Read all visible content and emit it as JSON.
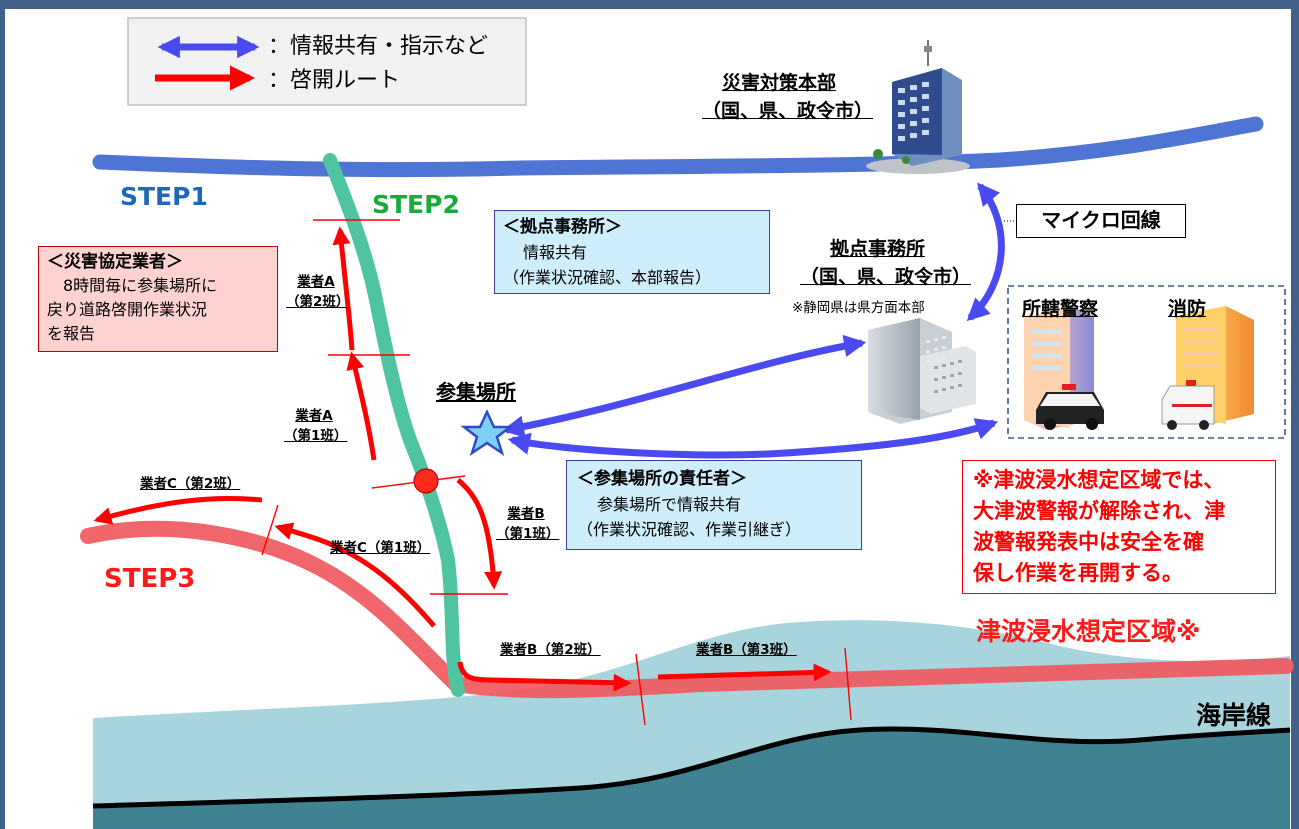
{
  "legend": {
    "info_label": "：情報共有・指示など",
    "route_label": "：啓開ルート"
  },
  "steps": {
    "step1": "STEP1",
    "step2": "STEP2",
    "step3": "STEP3"
  },
  "hq": {
    "line1": "災害対策本部",
    "line2": "（国、県、政令市）"
  },
  "base_office": {
    "line1": "拠点事務所",
    "line2": "（国、県、政令市）",
    "note": "※静岡県は県方面本部"
  },
  "micro": "マイクロ回線",
  "base_box": {
    "title": "＜拠点事務所＞",
    "line1": "情報共有",
    "line2": "（作業状況確認、本部報告）"
  },
  "rally": {
    "label": "参集場所"
  },
  "rally_box": {
    "title": "＜参集場所の責任者＞",
    "line1": "参集場所で情報共有",
    "line2": "（作業状況確認、作業引継ぎ）"
  },
  "contractor_box": {
    "title": "＜災害協定業者＞",
    "line1": "　8時間毎に参集場所に",
    "line2": "戻り道路啓開作業状況",
    "line3": "を報告"
  },
  "police": "所轄警察",
  "fire": "消防",
  "teams": {
    "a2_l1": "業者A",
    "a2_l2": "（第2班）",
    "a1_l1": "業者A",
    "a1_l2": "（第1班）",
    "b1_l1": "業者B",
    "b1_l2": "（第1班）",
    "b2": "業者B（第2班）",
    "b3": "業者B（第3班）",
    "c1": "業者C（第1班）",
    "c2": "業者C（第2班）"
  },
  "tsunami_note": {
    "line1": "※津波浸水想定区域では、",
    "line2": "大津波警報が解除され、津",
    "line3": "波警報発表中は安全を確",
    "line4": "保し作業を再開する。"
  },
  "tsunami_zone": "津波浸水想定区域※",
  "coastline": "海岸線",
  "colors": {
    "frame": "#41618a",
    "step1_road": "#4e74d4",
    "step2_road": "#4fc4a0",
    "step3_road": "#ef5a5f",
    "route_arrow": "#ff0000",
    "info_arrow": "#4a4af0",
    "sea_light": "#a8d4de",
    "sea_dark": "#3f8291",
    "info_box": "#cfeefb",
    "contractor_box": "#ffd2d2"
  }
}
